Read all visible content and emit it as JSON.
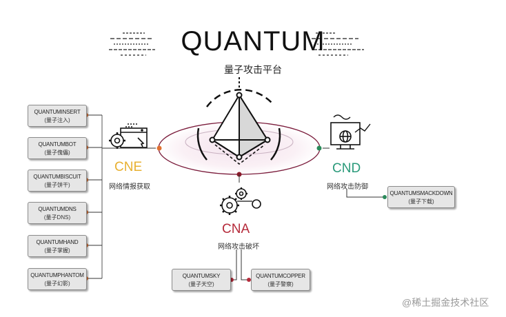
{
  "header": {
    "title": "QUANTUM",
    "subtitle": "量子攻击平台"
  },
  "categories": {
    "cne": {
      "code": "CNE",
      "label": "网络情报获取",
      "color": "#e8b030"
    },
    "cnd": {
      "code": "CND",
      "label": "网络攻击防御",
      "color": "#2a9a7a"
    },
    "cna": {
      "code": "CNA",
      "label": "网络攻击破坏",
      "color": "#b52a3a"
    }
  },
  "cne_modules": [
    {
      "name": "QUANTUMINSERT",
      "sub": "(量子注入)"
    },
    {
      "name": "QUANTUMBOT",
      "sub": "(量子傀儡)"
    },
    {
      "name": "QUANTUMBISCUIT",
      "sub": "(量子饼干)"
    },
    {
      "name": "QUANTUMDNS",
      "sub": "(量子DNS)"
    },
    {
      "name": "QUANTUMHAND",
      "sub": "(量子掌握)"
    },
    {
      "name": "QUANTUMPHANTOM",
      "sub": "(量子幻影)"
    }
  ],
  "cnd_modules": [
    {
      "name": "QUANTUMSMACKDOWN",
      "sub": "(量子下载)"
    }
  ],
  "cna_modules": [
    {
      "name": "QUANTUMSKY",
      "sub": "(量子天空)"
    },
    {
      "name": "QUANTUMCOPPER",
      "sub": "(量子警察)"
    }
  ],
  "watermark": "@稀土掘金技术社区",
  "icons": [
    "pyramid-icon",
    "computer-gear-icon",
    "computer-globe-icon",
    "gears-icon"
  ]
}
